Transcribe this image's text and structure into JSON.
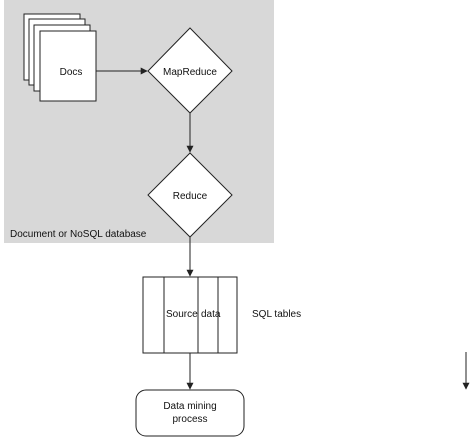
{
  "diagram": {
    "colors": {
      "db_region": "#d8d8d8",
      "stroke": "#222222",
      "fill": "#ffffff"
    },
    "labels": {
      "docs": "Docs",
      "mapreduce": "MapReduce",
      "reduce": "Reduce",
      "database": "Document or NoSQL database",
      "source_data_left": "Source",
      "source_data_right": "data",
      "sql_tables": "SQL tables",
      "data_mining_line1": "Data mining",
      "data_mining_line2": "process"
    }
  }
}
